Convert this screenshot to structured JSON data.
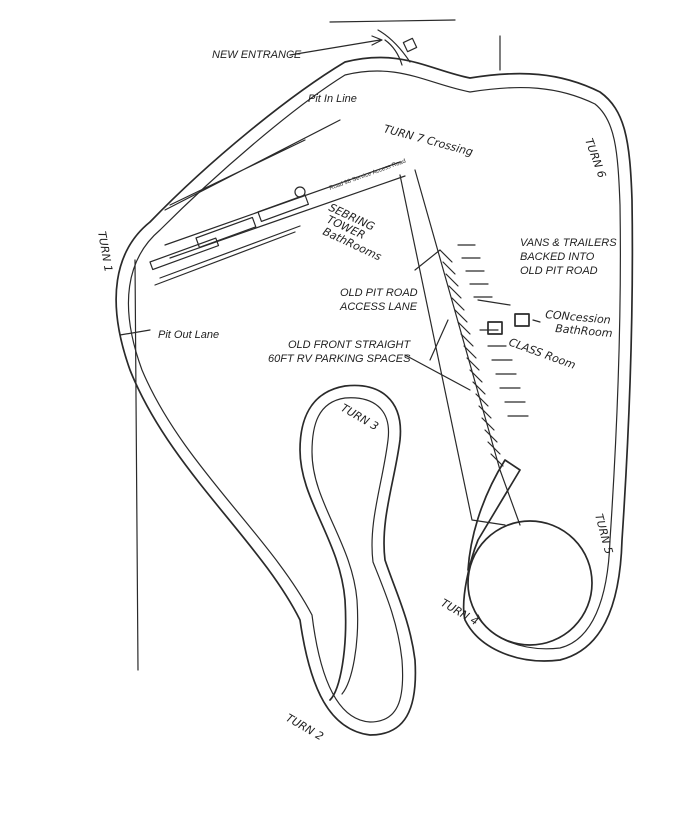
{
  "labels": {
    "new_entrance": "NEW ENTRANCE",
    "pit_in_line": "Pit In Line",
    "pit_out_lane": "Pit Out Lane",
    "turn_7_crossing": "TURN 7 Crossing",
    "turn_6": "TURN 6",
    "turn_1": "TURN 1",
    "turn_2": "TURN 2",
    "turn_3": "TURN 3",
    "turn_4": "TURN 4",
    "turn_5": "TURN 5",
    "vans_trailers_1": "VANS & TRAILERS",
    "vans_trailers_2": "BACKED INTO",
    "vans_trailers_3": "OLD PIT ROAD",
    "old_pit_road_1": "OLD PIT ROAD",
    "old_pit_road_2": "ACCESS LANE",
    "old_front_1": "OLD FRONT STRAIGHT",
    "old_front_2": "60FT RV PARKING SPACES",
    "concession_1": "CONcession",
    "concession_2": "BathRoom",
    "class_room": "CLASS Room",
    "sebring_tower_1": "SEBRING",
    "sebring_tower_2": "TOWER",
    "sebring_tower_3": "BathRooms",
    "road_sign": "Road 98 Service Access Road"
  }
}
